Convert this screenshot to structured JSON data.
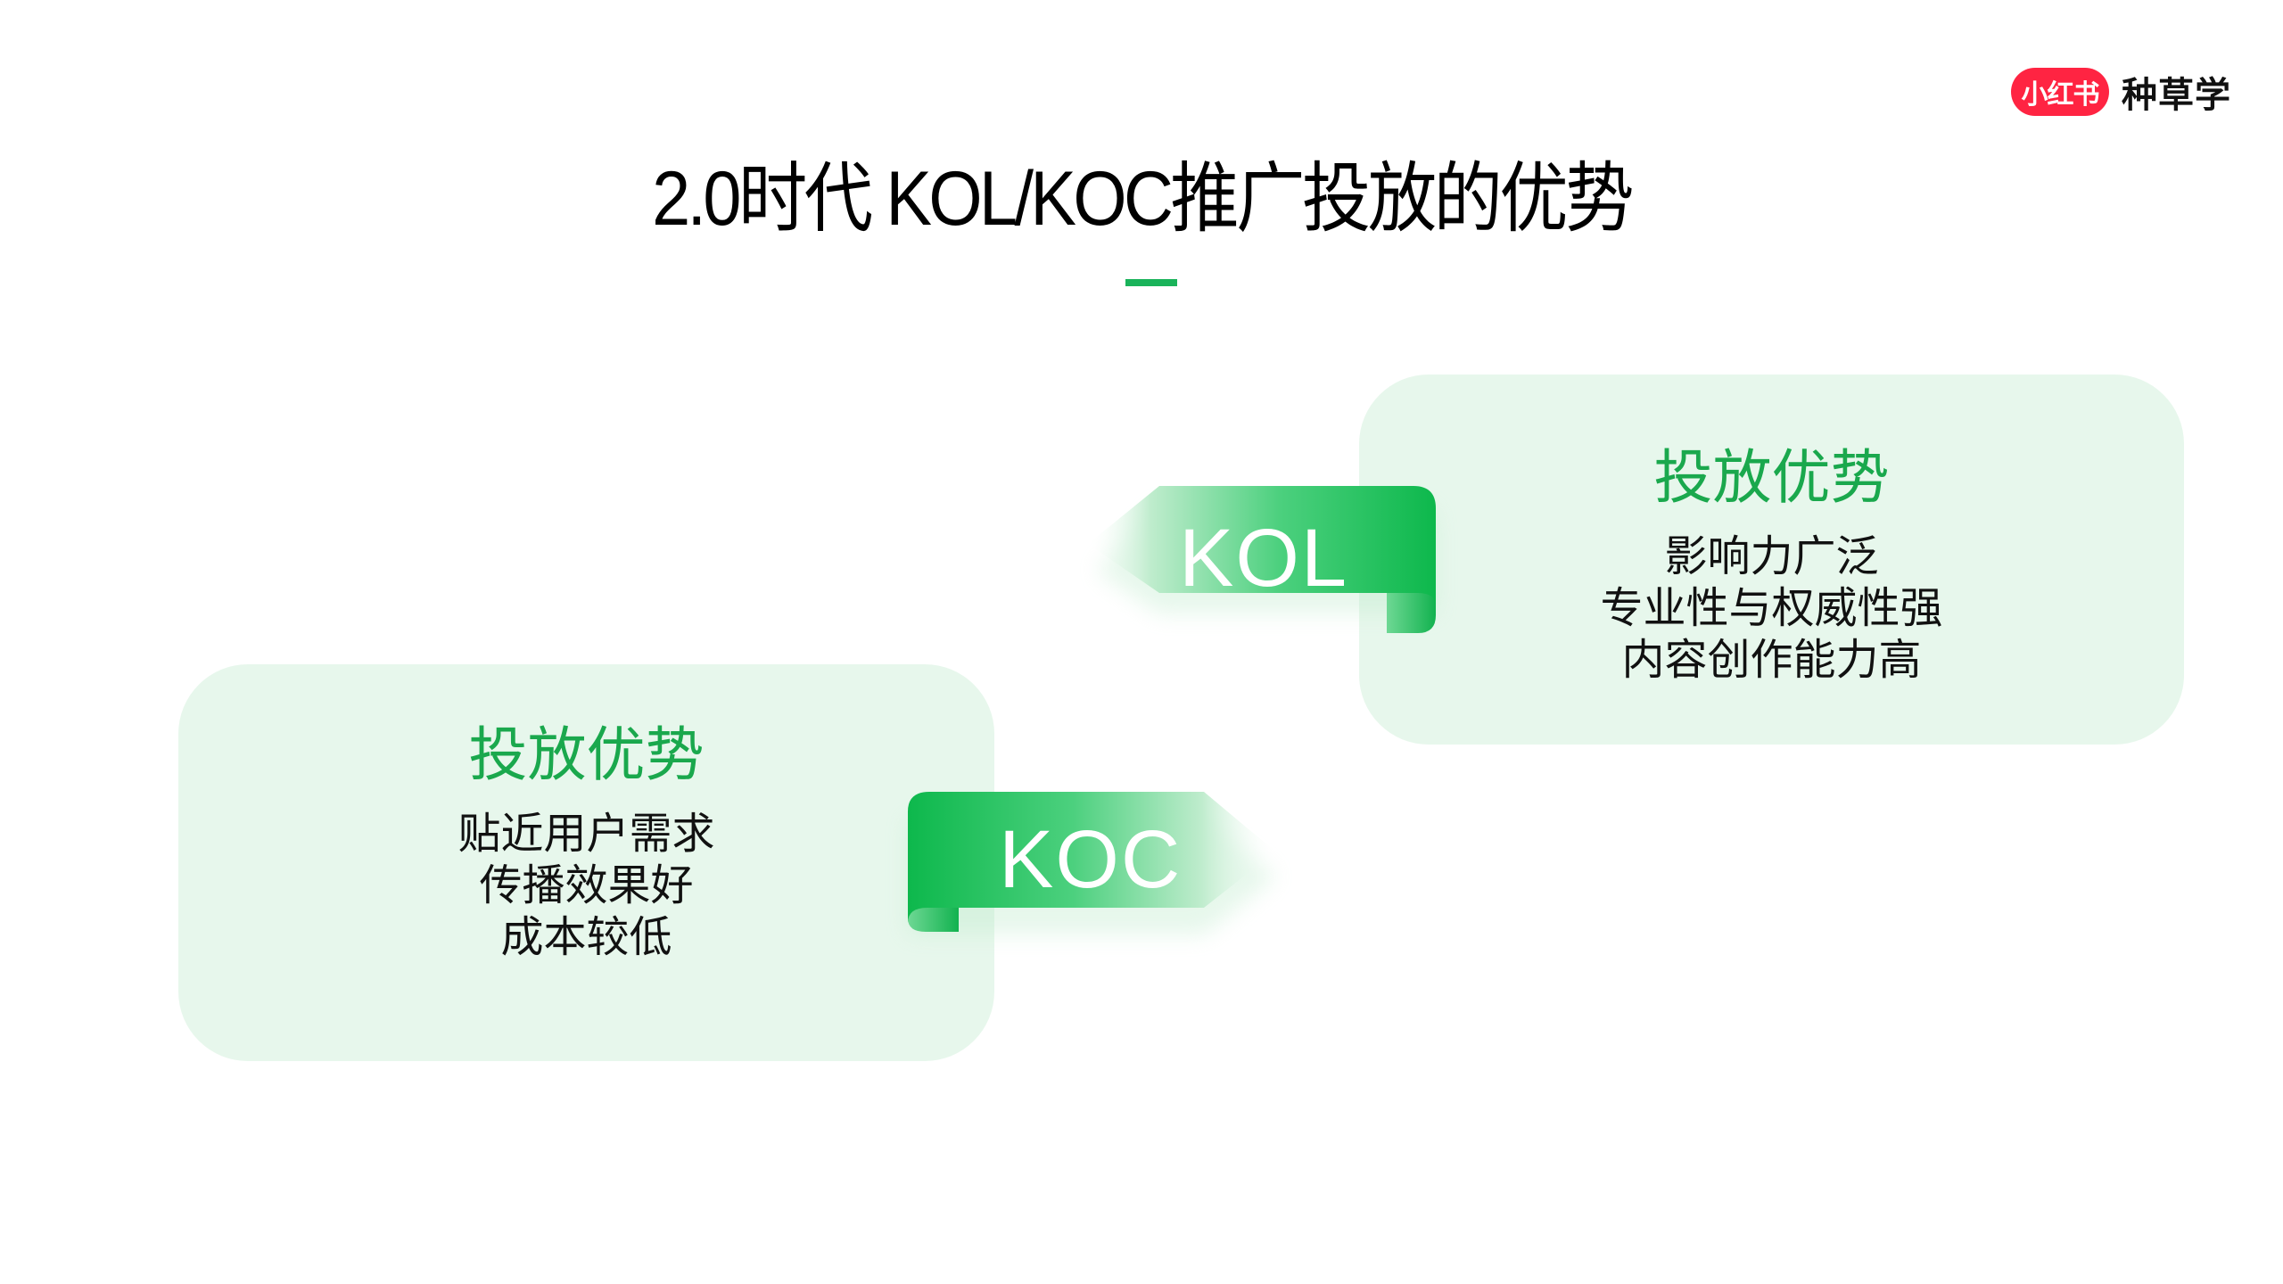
{
  "logo": {
    "brand": "小红书",
    "product": "种草学",
    "brand_color": "#ff2442"
  },
  "title": "2.0时代 KOL/KOC推广投放的优势",
  "accent_color": "#1ab35a",
  "kol": {
    "label": "KOL",
    "card": {
      "heading": "投放优势",
      "lines": [
        "影响力广泛",
        "专业性与权威性强",
        "内容创作能力高"
      ]
    }
  },
  "koc": {
    "label": "KOC",
    "card": {
      "heading": "投放优势",
      "lines": [
        "贴近用户需求",
        "传播效果好",
        "成本较低"
      ]
    }
  }
}
